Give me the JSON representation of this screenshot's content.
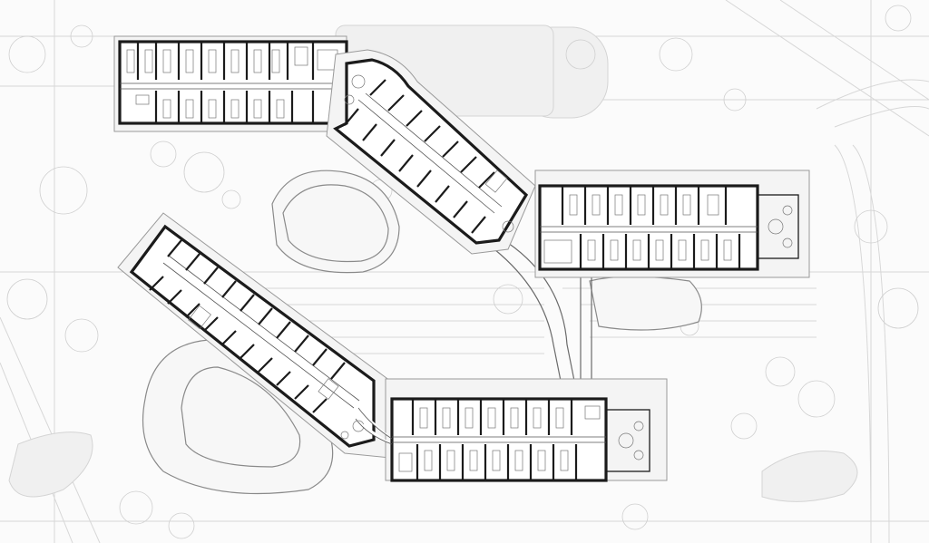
{
  "drawing": {
    "type": "architectural-floor-plan",
    "wings": [
      {
        "id": "north-wing",
        "shape": "rectangular"
      },
      {
        "id": "diagonal-wing-upper",
        "shape": "angled"
      },
      {
        "id": "east-wing",
        "shape": "rectangular"
      },
      {
        "id": "southwest-wing",
        "shape": "angled"
      },
      {
        "id": "south-wing",
        "shape": "rectangular"
      },
      {
        "id": "connecting-walkway",
        "shape": "curved"
      }
    ],
    "courtyards": [
      {
        "id": "central-oval-courtyard"
      },
      {
        "id": "southwest-oval-courtyard"
      },
      {
        "id": "east-oval-courtyard"
      }
    ],
    "colors": {
      "background": "#fbfbfb",
      "walls": "#1b1b1b",
      "site_lines": "#d7d7d7"
    }
  }
}
